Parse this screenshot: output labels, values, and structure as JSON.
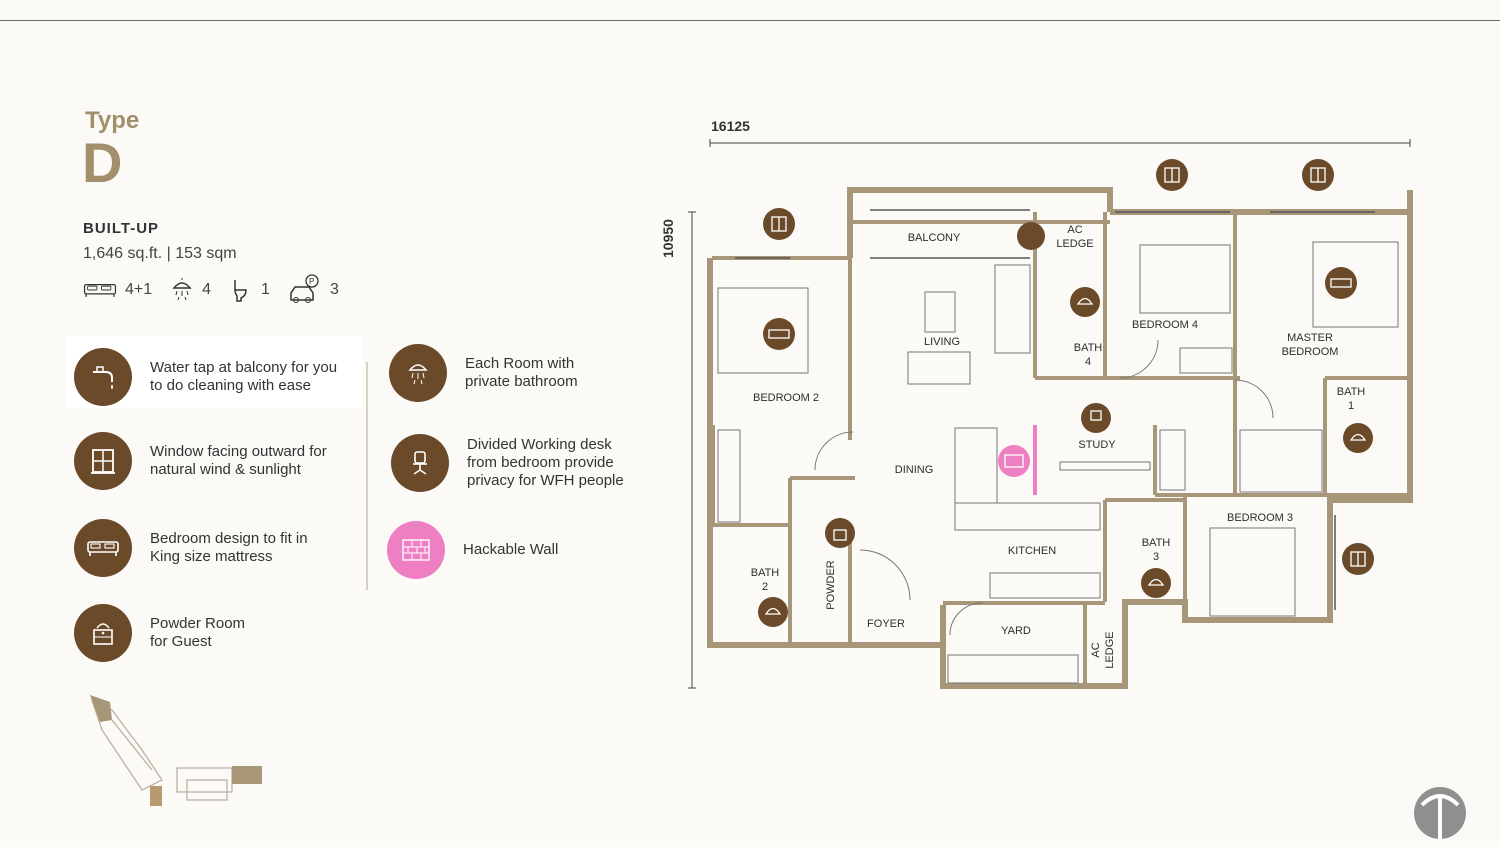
{
  "header": {
    "type_label": "Type",
    "type_letter": "D"
  },
  "built_up": {
    "title": "BUILT-UP",
    "size": "1,646 sq.ft. | 153 sqm",
    "bedrooms": "4+1",
    "bathrooms": "4",
    "powder": "1",
    "parking": "3"
  },
  "features": [
    {
      "icon": "water-tap-icon",
      "text": "Water tap at balcony for you\nto do cleaning with ease"
    },
    {
      "icon": "window-icon",
      "text": "Window facing outward for\nnatural wind & sunlight"
    },
    {
      "icon": "bed-icon",
      "text": "Bedroom design to fit in\nKing size mattress"
    },
    {
      "icon": "powder-room-icon",
      "text": "Powder Room\nfor Guest"
    },
    {
      "icon": "shower-icon",
      "text": "Each Room with\nprivate bathroom"
    },
    {
      "icon": "desk-chair-icon",
      "text": "Divided Working desk\nfrom bedroom provide\nprivacy for WFH people"
    },
    {
      "icon": "brick-wall-icon",
      "text": "Hackable Wall"
    }
  ],
  "dimensions": {
    "width": "16125",
    "height": "10950"
  },
  "rooms": {
    "balcony": "BALCONY",
    "ac_ledge_top": "AC\nLEDGE",
    "bedroom4": "BEDROOM 4",
    "master_bedroom": "MASTER\nBEDROOM",
    "bath1": "BATH\n1",
    "bedroom2": "BEDROOM 2",
    "living": "LIVING",
    "bath4": "BATH\n4",
    "study": "STUDY",
    "dining": "DINING",
    "kitchen": "KITCHEN",
    "bedroom3": "BEDROOM 3",
    "bath3": "BATH\n3",
    "bath2": "BATH\n2",
    "powder": "POWDER",
    "foyer": "FOYER",
    "yard": "YARD",
    "ac_ledge_bottom": "AC\nLEDGE"
  },
  "colors": {
    "brown": "#6b4a2a",
    "pink": "#ef7fc3",
    "wall": "#a89679",
    "gold": "#a38f6c"
  }
}
